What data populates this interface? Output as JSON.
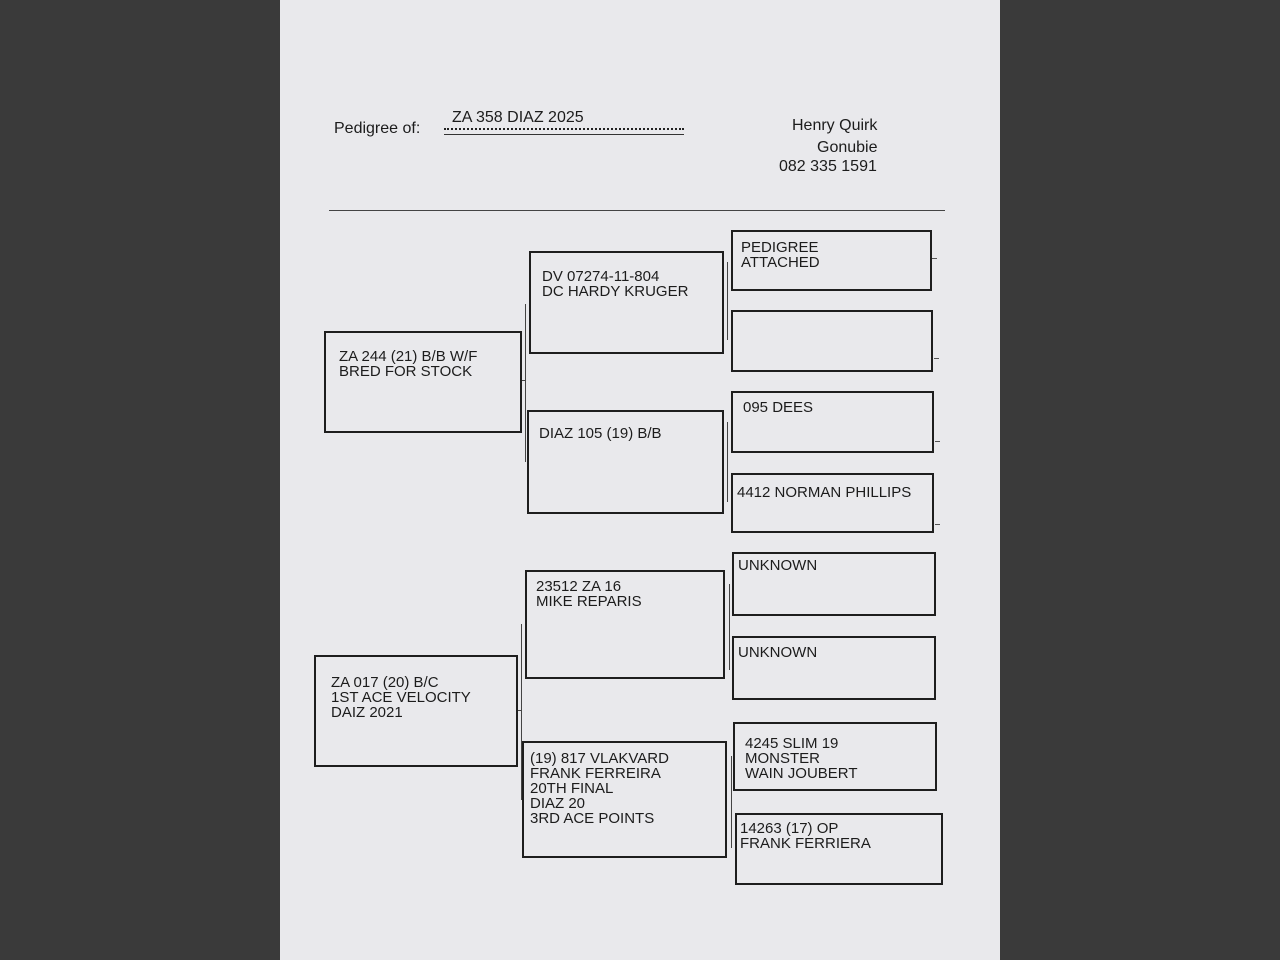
{
  "header": {
    "pedigree_of_label": "Pedigree of:",
    "bird_id": "ZA 358 DIAZ 2025",
    "owner_name": "Henry Quirk",
    "owner_town": "Gonubie",
    "owner_phone": "082 335 1591"
  },
  "pedigree": {
    "sire": "ZA 244 (21) B/B W/F\nBRED FOR STOCK",
    "sire_sire": "DV 07274-11-804\nDC HARDY KRUGER",
    "sire_sire_sire": "PEDIGREE\nATTACHED",
    "sire_sire_dam": "",
    "sire_dam": "DIAZ 105 (19) B/B",
    "sire_dam_sire": "095 DEES",
    "sire_dam_dam": "4412 NORMAN PHILLIPS",
    "dam": "ZA 017 (20) B/C\n1ST ACE VELOCITY\nDAIZ 2021",
    "dam_sire": "23512 ZA 16\nMIKE REPARIS",
    "dam_sire_sire": "UNKNOWN",
    "dam_sire_dam": "UNKNOWN",
    "dam_dam": "(19) 817 VLAKVARD\nFRANK FERREIRA\n20TH FINAL\nDIAZ 20\n3RD ACE POINTS",
    "dam_dam_sire": "4245 SLIM 19\nMONSTER\nWAIN JOUBERT",
    "dam_dam_dam": "14263 (17) OP\nFRANK FERRIERA"
  }
}
